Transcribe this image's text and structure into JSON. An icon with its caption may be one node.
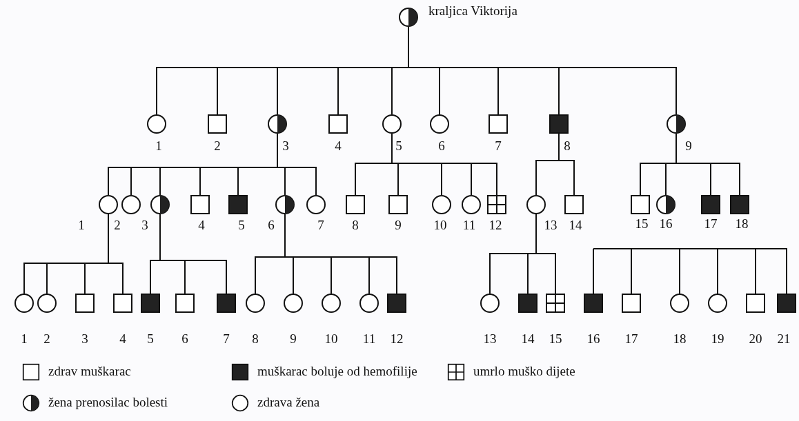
{
  "diagram": {
    "nodes": [
      {
        "text": [],
        "shape": "half-circle",
        "beside": [
          "kraljica Viktorija"
        ]
      },
      {
        "text": [],
        "shape": "circle",
        "beside": [
          "1"
        ]
      },
      {
        "text": [],
        "shape": "box",
        "beside": [
          "2"
        ]
      },
      {
        "text": [],
        "shape": "half-circle",
        "beside": [
          "3"
        ]
      },
      {
        "text": [],
        "shape": "box",
        "beside": [
          "4"
        ]
      },
      {
        "text": [],
        "shape": "circle",
        "beside": [
          "5"
        ]
      },
      {
        "text": [],
        "shape": "circle",
        "beside": [
          "6"
        ]
      },
      {
        "text": [],
        "shape": "box",
        "beside": [
          "7"
        ]
      },
      {
        "text": [],
        "shape": "filled-box",
        "beside": [
          "8"
        ]
      },
      {
        "text": [],
        "shape": "half-circle",
        "beside": [
          "9"
        ]
      },
      {
        "text": [],
        "shape": "circle",
        "beside": [
          "1"
        ]
      },
      {
        "text": [],
        "shape": "circle",
        "beside": [
          "2"
        ]
      },
      {
        "text": [],
        "shape": "half-circle",
        "beside": [
          "3"
        ]
      },
      {
        "text": [],
        "shape": "box",
        "beside": [
          "4"
        ]
      },
      {
        "text": [],
        "shape": "filled-box",
        "beside": [
          "5"
        ]
      },
      {
        "text": [],
        "shape": "half-circle",
        "beside": [
          "6"
        ]
      },
      {
        "text": [],
        "shape": "circle",
        "beside": [
          "7"
        ]
      },
      {
        "text": [],
        "shape": "box",
        "beside": [
          "8"
        ]
      },
      {
        "text": [],
        "shape": "box",
        "beside": [
          "9"
        ]
      },
      {
        "text": [],
        "shape": "circle",
        "beside": [
          "10"
        ]
      },
      {
        "text": [],
        "shape": "circle",
        "beside": [
          "11"
        ]
      },
      {
        "text": [],
        "shape": "crossed-box",
        "beside": [
          "12"
        ]
      },
      {
        "text": [],
        "shape": "circle",
        "beside": [
          "13"
        ]
      },
      {
        "text": [],
        "shape": "box",
        "beside": [
          "14"
        ]
      },
      {
        "text": [],
        "shape": "box",
        "beside": [
          "15"
        ]
      },
      {
        "text": [],
        "shape": "half-circle",
        "beside": [
          "16"
        ]
      },
      {
        "text": [],
        "shape": "filled-box",
        "beside": [
          "17"
        ]
      },
      {
        "text": [],
        "shape": "filled-box",
        "beside": [
          "18"
        ]
      },
      {
        "text": [],
        "shape": "circle",
        "beside": [
          "1"
        ]
      },
      {
        "text": [],
        "shape": "circle",
        "beside": [
          "2"
        ]
      },
      {
        "text": [],
        "shape": "box",
        "beside": [
          "3"
        ]
      },
      {
        "text": [],
        "shape": "box",
        "beside": [
          "4"
        ]
      },
      {
        "text": [],
        "shape": "filled-box",
        "beside": [
          "5"
        ]
      },
      {
        "text": [],
        "shape": "box",
        "beside": [
          "6"
        ]
      },
      {
        "text": [],
        "shape": "filled-box",
        "beside": [
          "7"
        ]
      },
      {
        "text": [],
        "shape": "circle",
        "beside": [
          "8"
        ]
      },
      {
        "text": [],
        "shape": "circle",
        "beside": [
          "9"
        ]
      },
      {
        "text": [],
        "shape": "circle",
        "beside": [
          "10"
        ]
      },
      {
        "text": [],
        "shape": "circle",
        "beside": [
          "11"
        ]
      },
      {
        "text": [],
        "shape": "filled-box",
        "beside": [
          "12"
        ]
      },
      {
        "text": [],
        "shape": "circle",
        "beside": [
          "13"
        ]
      },
      {
        "text": [],
        "shape": "filled-box",
        "beside": [
          "14"
        ]
      },
      {
        "text": [],
        "shape": "crossed-box",
        "beside": [
          "15"
        ]
      },
      {
        "text": [],
        "shape": "filled-box",
        "beside": [
          "16"
        ]
      },
      {
        "text": [],
        "shape": "box",
        "beside": [
          "17"
        ]
      },
      {
        "text": [],
        "shape": "circle",
        "beside": [
          "18"
        ]
      },
      {
        "text": [],
        "shape": "circle",
        "beside": [
          "19"
        ]
      },
      {
        "text": [],
        "shape": "box",
        "beside": [
          "20"
        ]
      },
      {
        "text": [],
        "shape": "filled-box",
        "beside": [
          "21"
        ]
      }
    ],
    "edges": [
      {
        "from": 0,
        "to": 1,
        "arrow": "none"
      },
      {
        "from": 0,
        "to": 2,
        "arrow": "none"
      },
      {
        "from": 0,
        "to": 3,
        "arrow": "none"
      },
      {
        "from": 0,
        "to": 4,
        "arrow": "none"
      },
      {
        "from": 0,
        "to": 5,
        "arrow": "none"
      },
      {
        "from": 0,
        "to": 6,
        "arrow": "none"
      },
      {
        "from": 0,
        "to": 7,
        "arrow": "none"
      },
      {
        "from": 0,
        "to": 8,
        "arrow": "none"
      },
      {
        "from": 0,
        "to": 9,
        "arrow": "none"
      },
      {
        "from": 3,
        "to": 10,
        "arrow": "none"
      },
      {
        "from": 3,
        "to": 11,
        "arrow": "none"
      },
      {
        "from": 3,
        "to": 12,
        "arrow": "none"
      },
      {
        "from": 3,
        "to": 13,
        "arrow": "none"
      },
      {
        "from": 3,
        "to": 14,
        "arrow": "none"
      },
      {
        "from": 3,
        "to": 15,
        "arrow": "none"
      },
      {
        "from": 3,
        "to": 16,
        "arrow": "none"
      },
      {
        "from": 5,
        "to": 17,
        "arrow": "none"
      },
      {
        "from": 5,
        "to": 18,
        "arrow": "none"
      },
      {
        "from": 5,
        "to": 19,
        "arrow": "none"
      },
      {
        "from": 5,
        "to": 20,
        "arrow": "none"
      },
      {
        "from": 5,
        "to": 21,
        "arrow": "none"
      },
      {
        "from": 8,
        "to": 22,
        "arrow": "none"
      },
      {
        "from": 8,
        "to": 23,
        "arrow": "none"
      },
      {
        "from": 9,
        "to": 24,
        "arrow": "none"
      },
      {
        "from": 9,
        "to": 25,
        "arrow": "none"
      },
      {
        "from": 9,
        "to": 26,
        "arrow": "none"
      },
      {
        "from": 9,
        "to": 27,
        "arrow": "none"
      },
      {
        "from": 10,
        "to": 28,
        "arrow": "none"
      },
      {
        "from": 10,
        "to": 29,
        "arrow": "none"
      },
      {
        "from": 10,
        "to": 30,
        "arrow": "none"
      },
      {
        "from": 10,
        "to": 31,
        "arrow": "none"
      },
      {
        "from": 12,
        "to": 32,
        "arrow": "none"
      },
      {
        "from": 12,
        "to": 33,
        "arrow": "none"
      },
      {
        "from": 12,
        "to": 34,
        "arrow": "none"
      },
      {
        "from": 15,
        "to": 35,
        "arrow": "none"
      },
      {
        "from": 15,
        "to": 36,
        "arrow": "none"
      },
      {
        "from": 15,
        "to": 37,
        "arrow": "none"
      },
      {
        "from": 15,
        "to": 38,
        "arrow": "none"
      },
      {
        "from": 15,
        "to": 39,
        "arrow": "none"
      },
      {
        "from": 22,
        "to": 40,
        "arrow": "none"
      },
      {
        "from": 22,
        "to": 41,
        "arrow": "none"
      },
      {
        "from": 22,
        "to": 42,
        "arrow": "none"
      },
      {
        "from": null,
        "to": 43,
        "arrow": "none"
      },
      {
        "from": null,
        "to": 44,
        "arrow": "none"
      },
      {
        "from": null,
        "to": 45,
        "arrow": "none"
      },
      {
        "from": null,
        "to": 46,
        "arrow": "none"
      },
      {
        "from": null,
        "to": 47,
        "arrow": "none"
      },
      {
        "from": null,
        "to": 48,
        "arrow": "none"
      }
    ],
    "legend": [
      {
        "text": "zdrav muškarac"
      },
      {
        "text": "muškarac boluje od hemofilije"
      },
      {
        "text": "umrlo muško dijete"
      },
      {
        "text": "žena prenosilac bolesti"
      },
      {
        "text": "zdrava žena"
      }
    ]
  }
}
